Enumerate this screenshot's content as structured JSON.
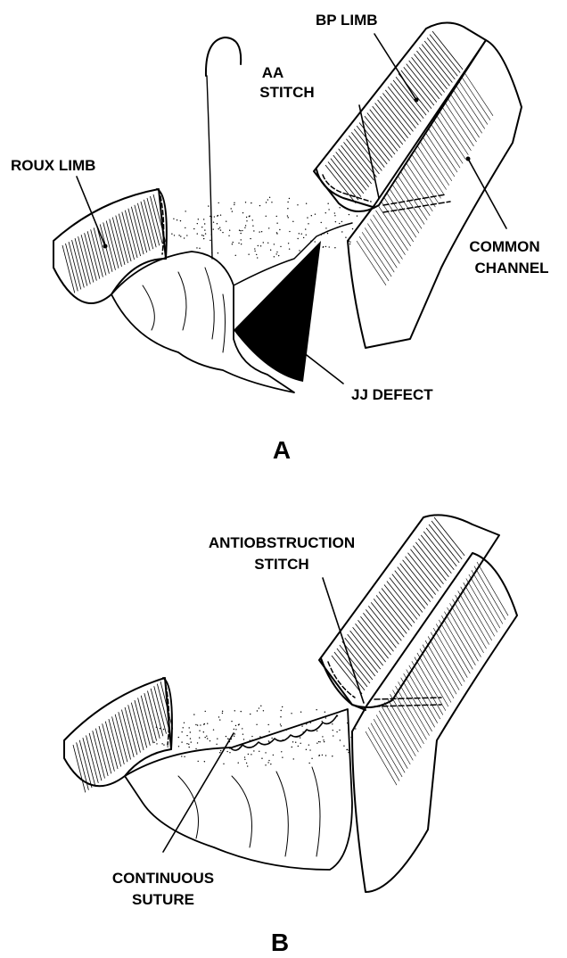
{
  "panels": [
    {
      "letter": "A",
      "labels": {
        "bp_limb": "BP LIMB",
        "aa_stitch_line1": "AA",
        "aa_stitch_line2": "STITCH",
        "roux_limb": "ROUX LIMB",
        "common_channel_line1": "COMMON",
        "common_channel_line2": "CHANNEL",
        "jj_defect": "JJ DEFECT"
      }
    },
    {
      "letter": "B",
      "labels": {
        "antiobstruction_line1": "ANTIOBSTRUCTION",
        "antiobstruction_line2": "STITCH",
        "continuous_line1": "CONTINUOUS",
        "continuous_line2": "SUTURE"
      }
    }
  ],
  "colors": {
    "ink": "#000000",
    "background": "#ffffff",
    "defect_fill": "#000000"
  }
}
